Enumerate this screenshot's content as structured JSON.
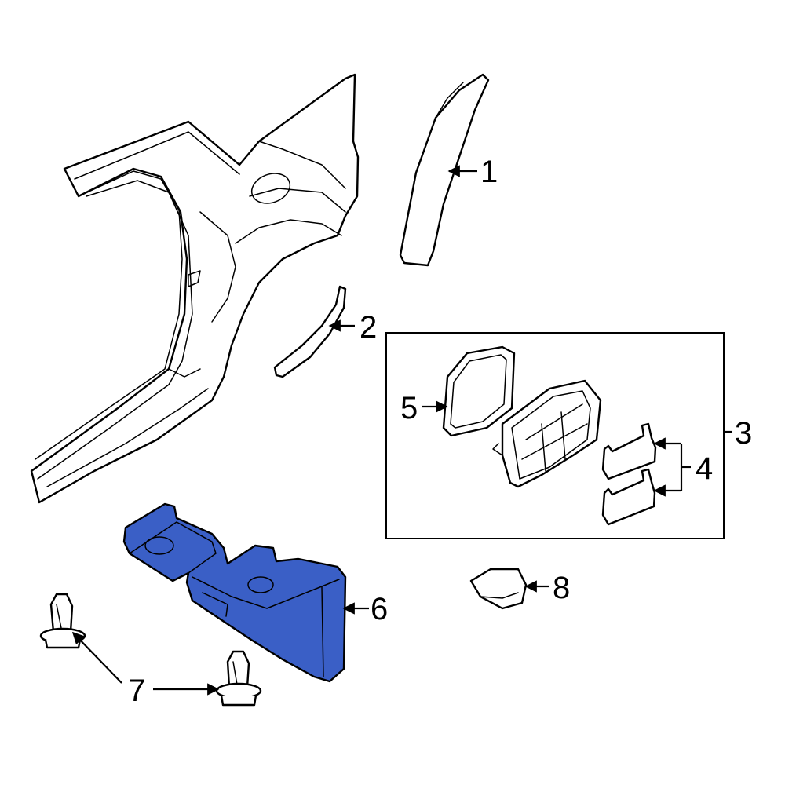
{
  "colors": {
    "highlight": "#3a5fc6",
    "stroke": "#000000",
    "background": "#ffffff"
  },
  "callouts": [
    {
      "id": "1",
      "label": "1"
    },
    {
      "id": "2",
      "label": "2"
    },
    {
      "id": "3",
      "label": "3"
    },
    {
      "id": "4",
      "label": "4"
    },
    {
      "id": "5",
      "label": "5"
    },
    {
      "id": "6",
      "label": "6"
    },
    {
      "id": "7",
      "label": "7"
    },
    {
      "id": "8",
      "label": "8"
    }
  ]
}
